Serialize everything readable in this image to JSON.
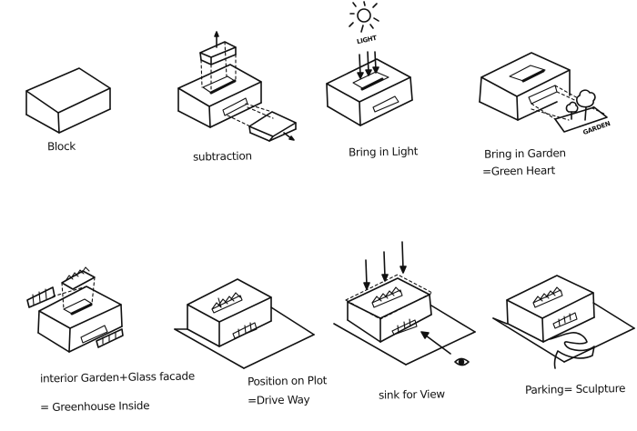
{
  "title": "Concept diagram sequence",
  "colors": {
    "ink": "#111111",
    "paper": "#ffffff"
  },
  "steps": [
    {
      "id": "block",
      "label_lines": [
        "Block"
      ]
    },
    {
      "id": "subtraction",
      "label_lines": [
        "subtraction"
      ]
    },
    {
      "id": "bring-in-light",
      "label_lines": [
        "Bring in Light"
      ],
      "annotation": "LIGHT",
      "icon": "sun-icon"
    },
    {
      "id": "bring-in-garden",
      "label_lines": [
        "Bring in Garden",
        "=Green Heart"
      ],
      "annotation": "GARDEN",
      "icon": "tree-icon"
    },
    {
      "id": "interior-garden",
      "label_lines": [
        "interior Garden+Glass facade",
        "= Greenhouse Inside"
      ]
    },
    {
      "id": "position-on-plot",
      "label_lines": [
        "Position on Plot",
        "=Drive Way"
      ]
    },
    {
      "id": "sink-for-view",
      "label_lines": [
        "sink for View"
      ],
      "icon": "eye-icon"
    },
    {
      "id": "parking-sculpture",
      "label_lines": [
        "Parking= Sculpture"
      ]
    }
  ]
}
